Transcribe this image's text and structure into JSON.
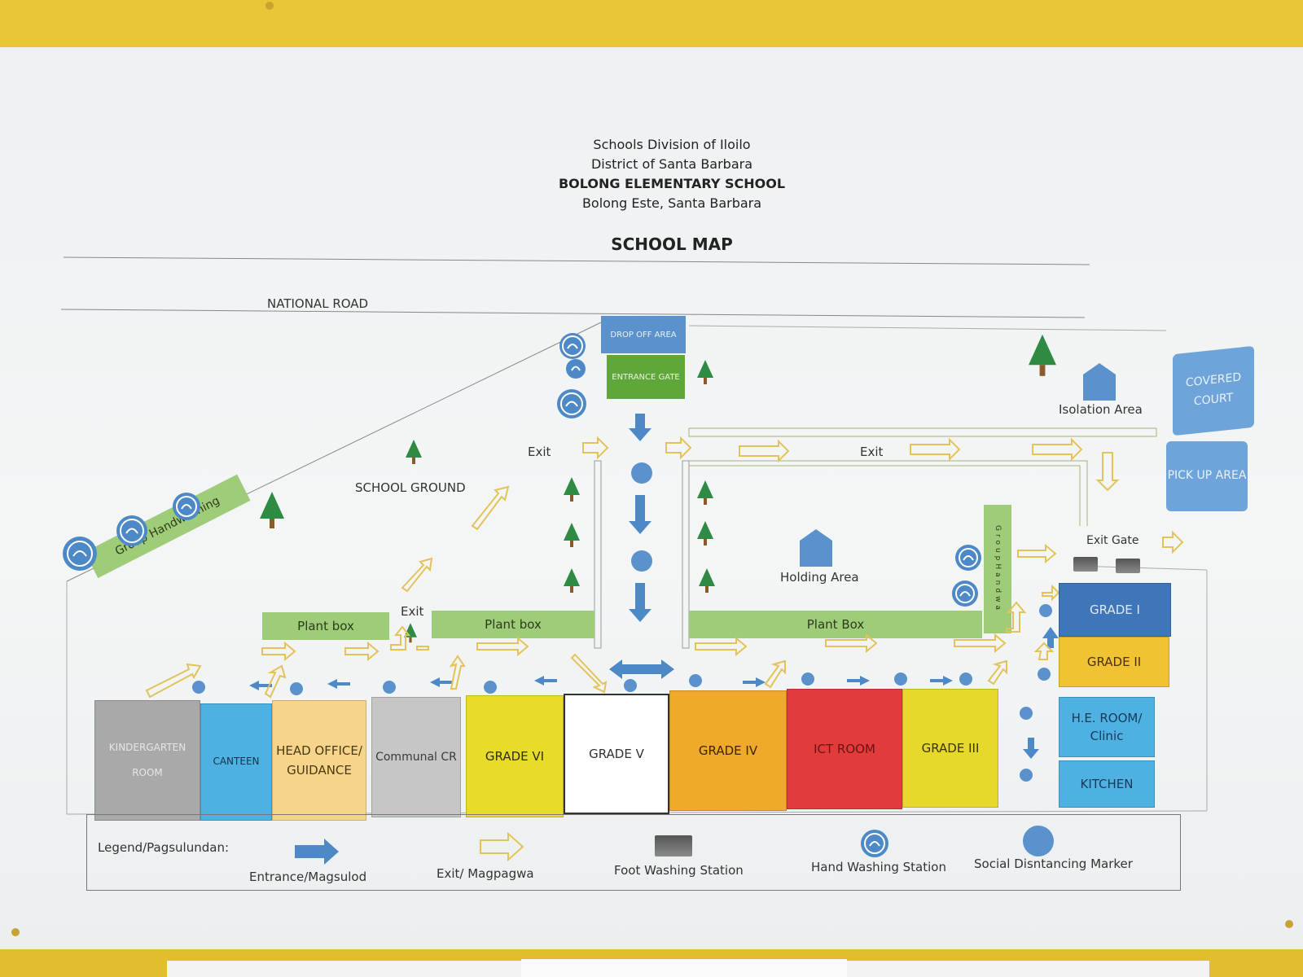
{
  "header": {
    "division": "Schools Division of Iloilo",
    "district": "District of Santa Barbara",
    "school": "BOLONG ELEMENTARY SCHOOL",
    "address": "Bolong Este, Santa Barbara",
    "map_title": "SCHOOL MAP"
  },
  "road": "NATIONAL ROAD",
  "areas": {
    "drop_off": "DROP OFF AREA",
    "entrance_gate": "ENTRANCE GATE",
    "school_ground": "SCHOOL GROUND",
    "group_handwashing": "Group Handwashing",
    "group_handwashing_vertical": "GroupHandwa",
    "holding_area": "Holding Area",
    "isolation_area": "Isolation Area",
    "covered_court": "COVERED COURT",
    "pick_up_area": "PICK UP AREA",
    "exit_gate": "Exit Gate",
    "exit_top_left": "Exit",
    "exit_top_right": "Exit",
    "exit_bottom": "Exit",
    "plant_box_1": "Plant box",
    "plant_box_2": "Plant box",
    "plant_box_3": "Plant Box"
  },
  "rooms": {
    "kindergarten": "KINDERGARTEN ROOM",
    "canteen": "CANTEEN",
    "head_office": "HEAD OFFICE/ GUIDANCE",
    "communal_cr": "Communal CR",
    "grade_6": "GRADE VI",
    "grade_5": "GRADE V",
    "grade_4": "GRADE IV",
    "ict_room": "ICT ROOM",
    "grade_3": "GRADE III",
    "grade_1": "GRADE I",
    "grade_2": "GRADE II",
    "he_room": "H.E. ROOM/ Clinic",
    "kitchen": "KITCHEN"
  },
  "legend": {
    "title": "Legend/Pagsulundan:",
    "entrance": "Entrance/Magsulod",
    "exit": "Exit/ Magpagwa",
    "foot_washing": "Foot Washing Station",
    "hand_washing": "Hand Washing Station",
    "social_distancing": "Social Disntancing Marker"
  },
  "colors": {
    "kindergarten": "#a9a9a9",
    "canteen": "#4fb1e1",
    "head_office": "#f6d48a",
    "communal_cr": "#c6c6c6",
    "grade_6": "#e8dc2a",
    "grade_5": "#ffffff",
    "grade_4": "#f0a92a",
    "ict_room": "#e23b3b",
    "grade_3": "#e6d92c",
    "grade_1": "#3f76b9",
    "grade_2": "#f1c232",
    "he_room": "#4fb1e1",
    "kitchen": "#4fb1e1",
    "plant": "#9fcc79",
    "blue_marker": "#5b92cc",
    "entrance_green": "#6aa53b"
  }
}
